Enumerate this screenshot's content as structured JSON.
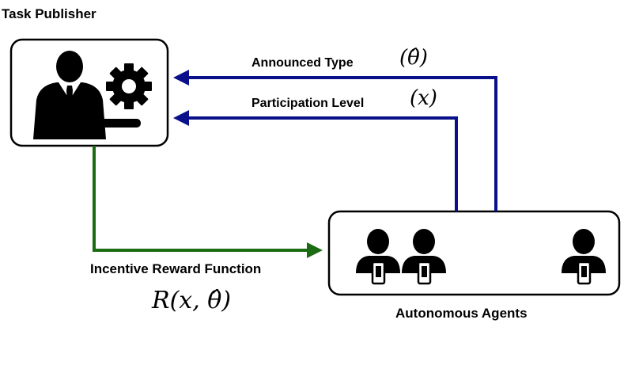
{
  "task_publisher": {
    "title": "Task Publisher"
  },
  "autonomous_agents": {
    "title": "Autonomous Agents",
    "agent_count": 3
  },
  "arrows": {
    "announced_type": {
      "label": "Announced Type",
      "math": "(θ̂)",
      "color": "#0a108a"
    },
    "participation_level": {
      "label": "Participation Level",
      "math": "(x)",
      "color": "#0a108a"
    },
    "incentive_reward": {
      "label": "Incentive Reward Function",
      "math": "R(x, θ̂)",
      "color": "#1a6b12"
    }
  },
  "icons": {
    "publisher": [
      "businessman-icon",
      "gear-icon"
    ],
    "agents": [
      "person-with-phone-icon",
      "person-with-phone-icon",
      "person-with-phone-icon"
    ]
  }
}
